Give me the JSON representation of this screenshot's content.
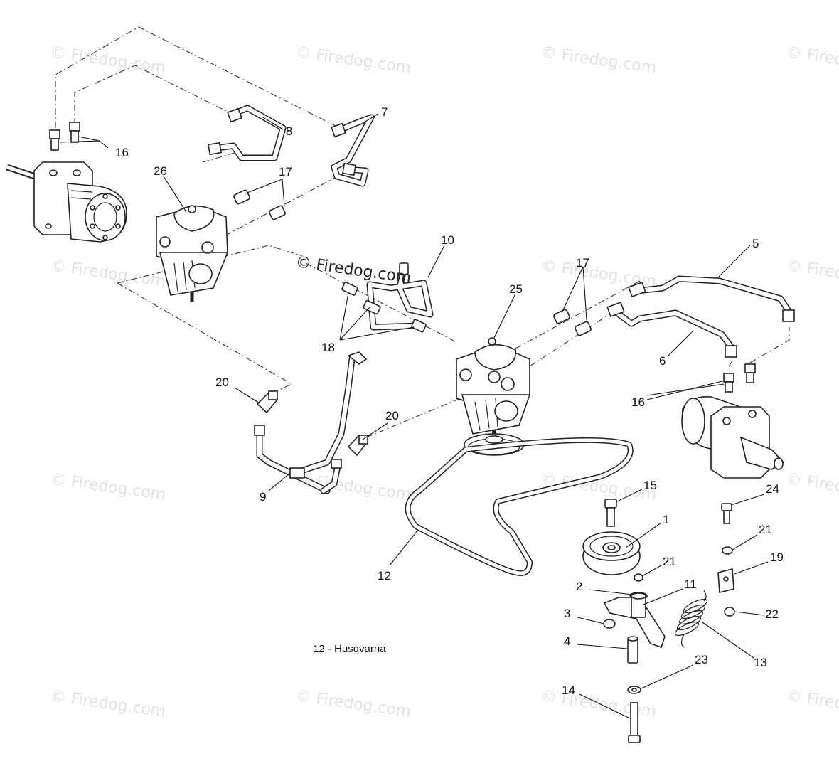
{
  "watermark": {
    "text": "© Firedog.com",
    "color": "#e2e2e2"
  },
  "center_watermark": "© Firedog.com",
  "caption": "12 - Husqvarna",
  "callouts": [
    "16",
    "26",
    "17",
    "8",
    "7",
    "10",
    "5",
    "17",
    "25",
    "18",
    "6",
    "16",
    "20",
    "20",
    "9",
    "12",
    "15",
    "1",
    "24",
    "21",
    "21",
    "19",
    "2",
    "11",
    "3",
    "22",
    "4",
    "13",
    "23",
    "14"
  ],
  "parts": [
    "wheel-motor-left",
    "wheel-motor-right",
    "pump-26",
    "pump-25",
    "tube-7",
    "tube-8",
    "tube-5",
    "tube-6",
    "tube-10",
    "hose-9",
    "belt-12",
    "idler-pulley-1",
    "idler-arm-2",
    "spring-13",
    "bracket-19",
    "bolt-14",
    "bolt-15",
    "bolt-24",
    "spacer-4",
    "bushing-11",
    "nut-3",
    "nut-21",
    "nut-22",
    "washer-23",
    "fitting-16",
    "fitting-17",
    "fitting-18",
    "fitting-20"
  ]
}
